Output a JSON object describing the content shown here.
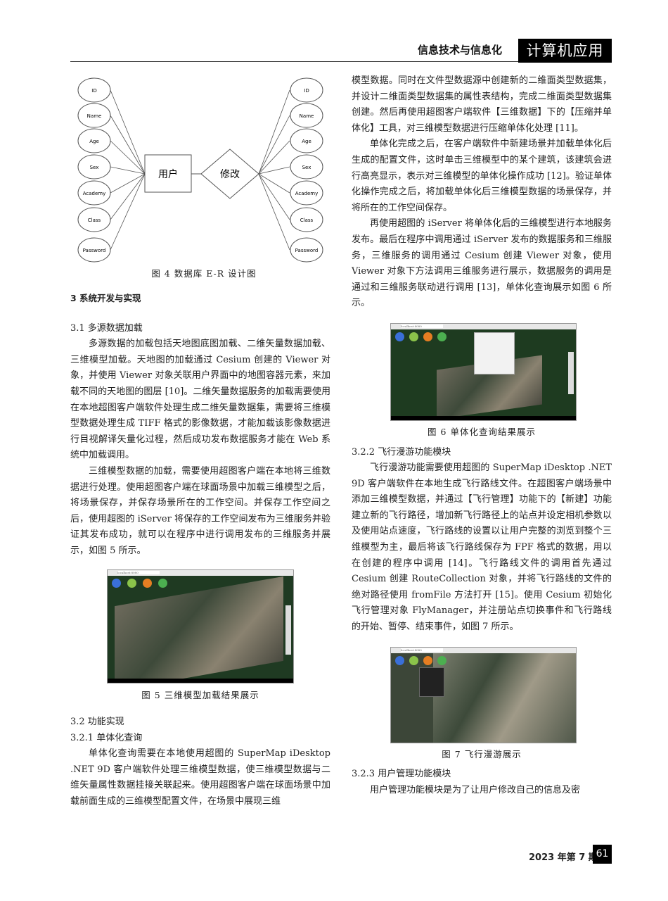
{
  "header": {
    "section": "信息技术与信息化",
    "journal": "计算机应用"
  },
  "footer": {
    "issue": "2023 年第 7 期",
    "page": "61"
  },
  "figure4": {
    "entity": "用户",
    "relation": "修改",
    "left_attrs": [
      "ID",
      "Name",
      "Age",
      "Sex",
      "Academy",
      "Class",
      "Password"
    ],
    "right_attrs": [
      "ID",
      "Name",
      "Age",
      "Sex",
      "Academy",
      "Class",
      "Password"
    ],
    "caption": "图 4  数据库 E-R 设计图"
  },
  "left": {
    "h3": "3  系统开发与实现",
    "h31": "3.1  多源数据加载",
    "p1": "多源数据的加载包括天地图底图加载、二维矢量数据加载、三维模型加载。天地图的加载通过 Cesium 创建的 Viewer 对象，并使用 Viewer 对象关联用户界面中的地图容器元素，来加载不同的天地图的图层 [10]。二维矢量数据服务的加载需要使用在本地超图客户端软件处理生成二维矢量数据集，需要将三维模型数据处理生成 TIFF 格式的影像数据，才能加载该影像数据进行目视解译矢量化过程，然后成功发布数据服务才能在 Web 系统中加载调用。",
    "p2": "三维模型数据的加载，需要使用超图客户端在本地将三维数据进行处理。使用超图客户端在球面场景中加载三维模型之后，将场景保存，并保存场景所在的工作空间。并保存工作空间之后，使用超图的 iServer 将保存的工作空间发布为三维服务并验证其发布成功，就可以在程序中进行调用发布的三维服务并展示，如图 5 所示。",
    "fig5_caption": "图 5  三维模型加载结果展示",
    "h32": "3.2  功能实现",
    "h321": "3.2.1  单体化查询",
    "p3": "单体化查询需要在本地使用超图的 SuperMap iDesktop .NET 9D 客户端软件处理三维模型数据，使三维模型数据与二维矢量属性数据挂接关联起来。使用超图客户端在球面场景中加载前面生成的三维模型配置文件，在场景中展现三维"
  },
  "right": {
    "p1": "模型数据。同时在文件型数据源中创建新的二维面类型数据集，并设计二维面类型数据集的属性表结构，完成二维面类型数据集创建。然后再使用超图客户端软件【三维数据】下的【压缩并单体化】工具，对三维模型数据进行压缩单体化处理 [11]。",
    "p2": "单体化完成之后，在客户端软件中新建场景并加载单体化后生成的配置文件，这时单击三维模型中的某个建筑，该建筑会进行高亮显示，表示对三维模型的单体化操作成功 [12]。验证单体化操作完成之后，将加载单体化后三维模型数据的场景保存，并将所在的工作空间保存。",
    "p3": "再使用超图的 iServer 将单体化后的三维模型进行本地服务发布。最后在程序中调用通过 iServer 发布的数据服务和三维服务，三维服务的调用通过 Cesium 创建 Viewer 对象，使用 Viewer 对象下方法调用三维服务进行展示，数据服务的调用是通过和三维服务联动进行调用 [13]，单体化查询展示如图 6 所示。",
    "fig6_caption": "图 6  单体化查询结果展示",
    "h322": "3.2.2  飞行漫游功能模块",
    "p4": "飞行漫游功能需要使用超图的 SuperMap iDesktop .NET 9D 客户端软件在本地生成飞行路线文件。在超图客户端场景中添加三维模型数据，并通过【飞行管理】功能下的【新建】功能建立新的飞行路径，增加新飞行路径上的站点并设定相机参数以及使用站点速度，飞行路线的设置以让用户完整的浏览到整个三维模型为主，最后将该飞行路线保存为 FPF 格式的数据，用以在创建的程序中调用 [14]。飞行路线文件的调用首先通过 Cesium 创建 RouteCollection 对象，并将飞行路线的文件的绝对路径使用 fromFile 方法打开 [15]。使用 Cesium 初始化飞行管理对象 FlyManager，并注册站点切换事件和飞行路线的开始、暂停、结束事件，如图 7 所示。",
    "fig7_caption": "图 7  飞行漫游展示",
    "h323": "3.2.3  用户管理功能模块",
    "p5": "用户管理功能模块是为了让用户修改自己的信息及密"
  },
  "screens": {
    "url": "localhost:8080"
  }
}
